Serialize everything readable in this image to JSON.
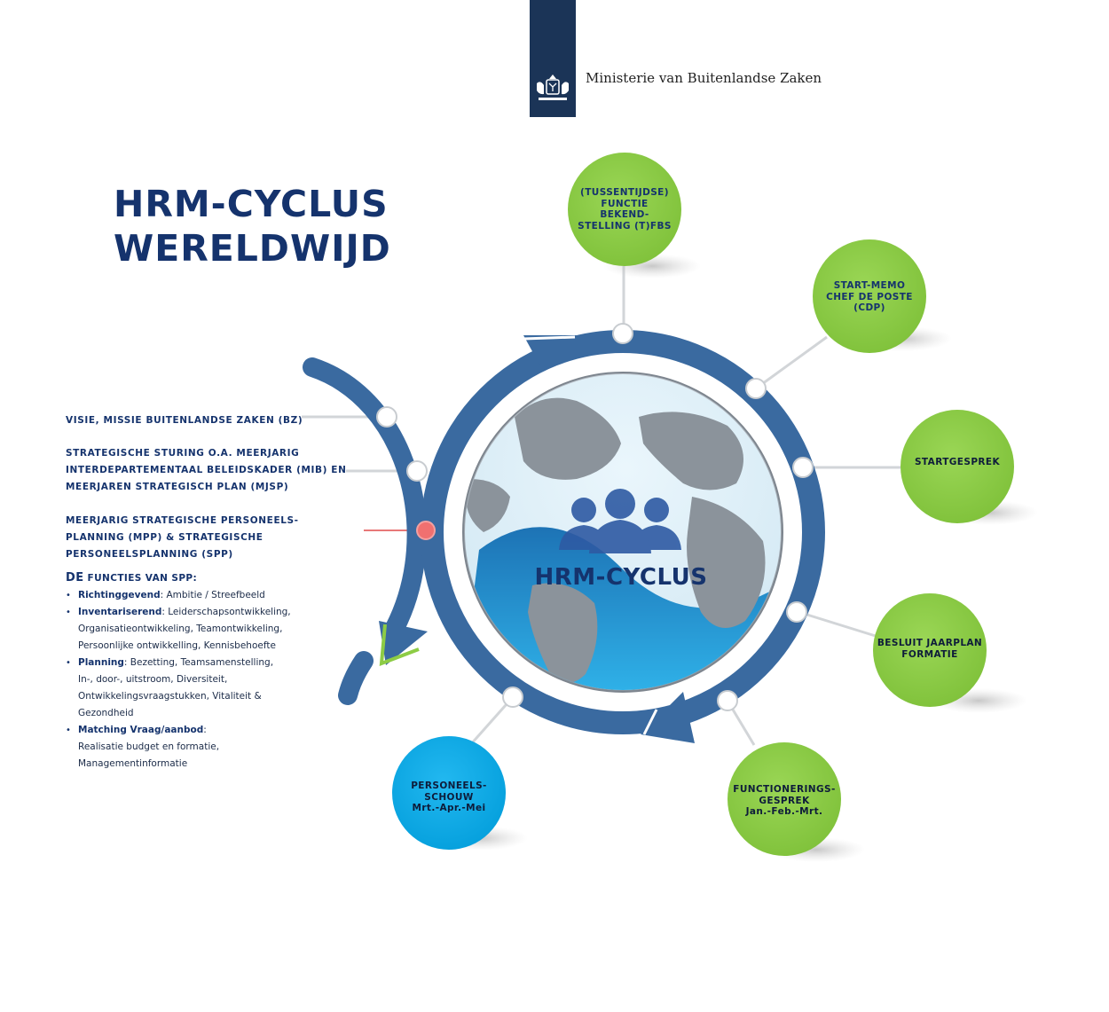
{
  "header": {
    "ministry": "Ministerie van Buitenlandse Zaken"
  },
  "title": {
    "line1": "HRM-CYCLUS",
    "line2": "WERELDWIJD"
  },
  "center": {
    "label": "HRM-CYCLUS"
  },
  "left_items": [
    {
      "lines": [
        "VISIE, MISSIE BUITENLANDSE ZAKEN  (BZ)"
      ]
    },
    {
      "lines": [
        "STRATEGISCHE STURING O.A. MEERJARIG",
        "INTERDEPARTEMENTAAL BELEIDSKADER (MIB) EN",
        "MEERJAREN STRATEGISCH PLAN (MJSP)"
      ]
    },
    {
      "lines": [
        "MEERJARIG STRATEGISCHE PERSONEELS-",
        "PLANNING (MPP) & STRATEGISCHE",
        "PERSONEELSPLANNING (SPP)"
      ]
    }
  ],
  "functions": {
    "heading_prefix": "DE",
    "heading_rest": " FUNCTIES VAN SPP:",
    "items": [
      {
        "term": "Richtinggevend",
        "lines": [
          ":  Ambitie / Streefbeeld"
        ]
      },
      {
        "term": "Inventariserend",
        "lines": [
          ":  Leiderschapsontwikkeling,",
          "Organisatieontwikkeling, Teamontwikkeling,",
          "Persoonlijke ontwikkelling, Kennisbehoefte"
        ]
      },
      {
        "term": "Planning",
        "lines": [
          ": Bezetting, Teamsamenstelling,",
          "In-, door-, uitstroom, Diversiteit,",
          "Ontwikkelingsvraagstukken, Vitaliteit &",
          "Gezondheid"
        ]
      },
      {
        "term": "Matching Vraag/aanbod",
        "lines": [
          ":",
          "Realisatie budget en formatie,",
          "Managementinformatie"
        ]
      }
    ]
  },
  "nodes": [
    {
      "lines": [
        "(TUSSENTIJDSE)",
        "FUNCTIE",
        "BEKEND-",
        "STELLING (T)FBS"
      ]
    },
    {
      "lines": [
        "START-MEMO",
        "CHEF DE POSTE",
        "(CDP)"
      ]
    },
    {
      "lines": [
        "STARTGESPREK"
      ]
    },
    {
      "lines": [
        "BESLUIT JAARPLAN",
        "FORMATIE"
      ]
    },
    {
      "lines": [
        "FUNCTIONERINGS-",
        "GESPREK",
        "Jan.-Feb.-Mrt."
      ]
    },
    {
      "lines": [
        "PERSONEELS-",
        "SCHOUW",
        "Mrt.-Apr.-Mei"
      ]
    }
  ],
  "colors": {
    "navy": "#15336d",
    "ring": "#3a6aa0",
    "green": "#8dcc45",
    "cyan": "#0eaae6",
    "marker_red": "#f07070",
    "arrow_accent": "#8dcc45"
  }
}
